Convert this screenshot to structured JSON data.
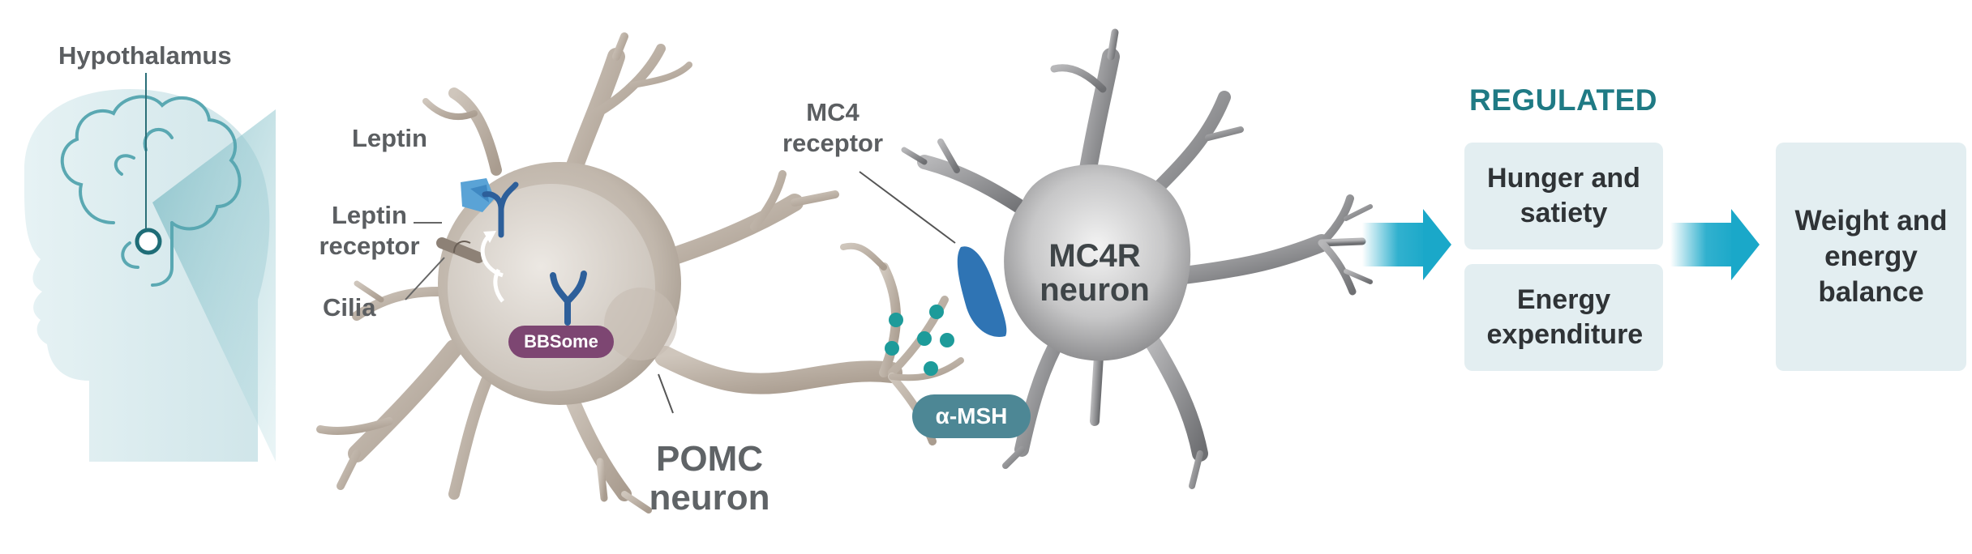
{
  "labels": {
    "hypothalamus": "Hypothalamus",
    "leptin": "Leptin",
    "leptin_receptor": "Leptin receptor",
    "cilia": "Cilia",
    "bbsome": "BBSome",
    "pomc_neuron": "POMC neuron",
    "mc4_receptor": "MC4 receptor",
    "mc4r_neuron": "MC4R neuron",
    "alpha_msh": "α-MSH"
  },
  "regulated": {
    "heading": "REGULATED",
    "items": [
      "Hunger and satiety",
      "Energy expenditure"
    ]
  },
  "outcome": "Weight and energy balance",
  "colors": {
    "teal_accent": "#1f7a84",
    "arrow": "#1aa8c9",
    "box_fill": "#e3eef1",
    "head_fill": "#d8ebee",
    "brain_line": "#5aa8b2",
    "bbsome": "#7d4672",
    "alpha_msh": "#4d8795",
    "receptor_blue": "#2f74b4",
    "msh_dots": "#1d9b9a",
    "pomc_body": "#b9aea2",
    "mc4r_body": "#9a9a9c"
  }
}
